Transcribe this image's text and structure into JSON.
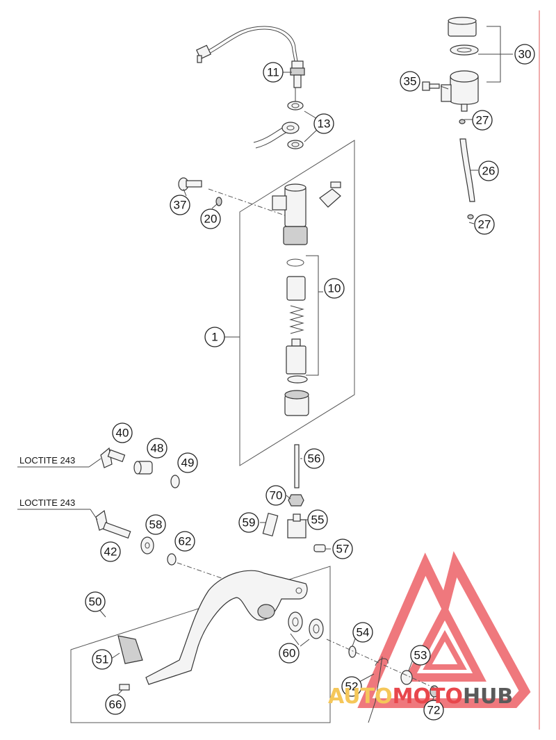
{
  "diagram": {
    "callouts": [
      {
        "id": "c11",
        "label": "11"
      },
      {
        "id": "c13",
        "label": "13"
      },
      {
        "id": "c30",
        "label": "30"
      },
      {
        "id": "c35",
        "label": "35"
      },
      {
        "id": "c27a",
        "label": "27"
      },
      {
        "id": "c26",
        "label": "26"
      },
      {
        "id": "c27b",
        "label": "27"
      },
      {
        "id": "c37",
        "label": "37"
      },
      {
        "id": "c20",
        "label": "20"
      },
      {
        "id": "c10",
        "label": "10"
      },
      {
        "id": "c1",
        "label": "1"
      },
      {
        "id": "c40",
        "label": "40"
      },
      {
        "id": "c48",
        "label": "48"
      },
      {
        "id": "c49",
        "label": "49"
      },
      {
        "id": "c56",
        "label": "56"
      },
      {
        "id": "c70",
        "label": "70"
      },
      {
        "id": "c59",
        "label": "59"
      },
      {
        "id": "c55",
        "label": "55"
      },
      {
        "id": "c58",
        "label": "58"
      },
      {
        "id": "c42",
        "label": "42"
      },
      {
        "id": "c62",
        "label": "62"
      },
      {
        "id": "c57",
        "label": "57"
      },
      {
        "id": "c50",
        "label": "50"
      },
      {
        "id": "c54",
        "label": "54"
      },
      {
        "id": "c60",
        "label": "60"
      },
      {
        "id": "c53",
        "label": "53"
      },
      {
        "id": "c51",
        "label": "51"
      },
      {
        "id": "c52",
        "label": "52"
      },
      {
        "id": "c66",
        "label": "66"
      },
      {
        "id": "c72",
        "label": "72"
      }
    ],
    "loctite_top": "LOCTITE 243",
    "loctite_bottom": "LOCTITE 243"
  },
  "watermark": {
    "part1": "AUTO",
    "part2": "MOTO",
    "part3": "HUB",
    "color_red": "#e8474c",
    "color_yellow": "#f5c75a",
    "color_gray": "#5a5a5a"
  }
}
